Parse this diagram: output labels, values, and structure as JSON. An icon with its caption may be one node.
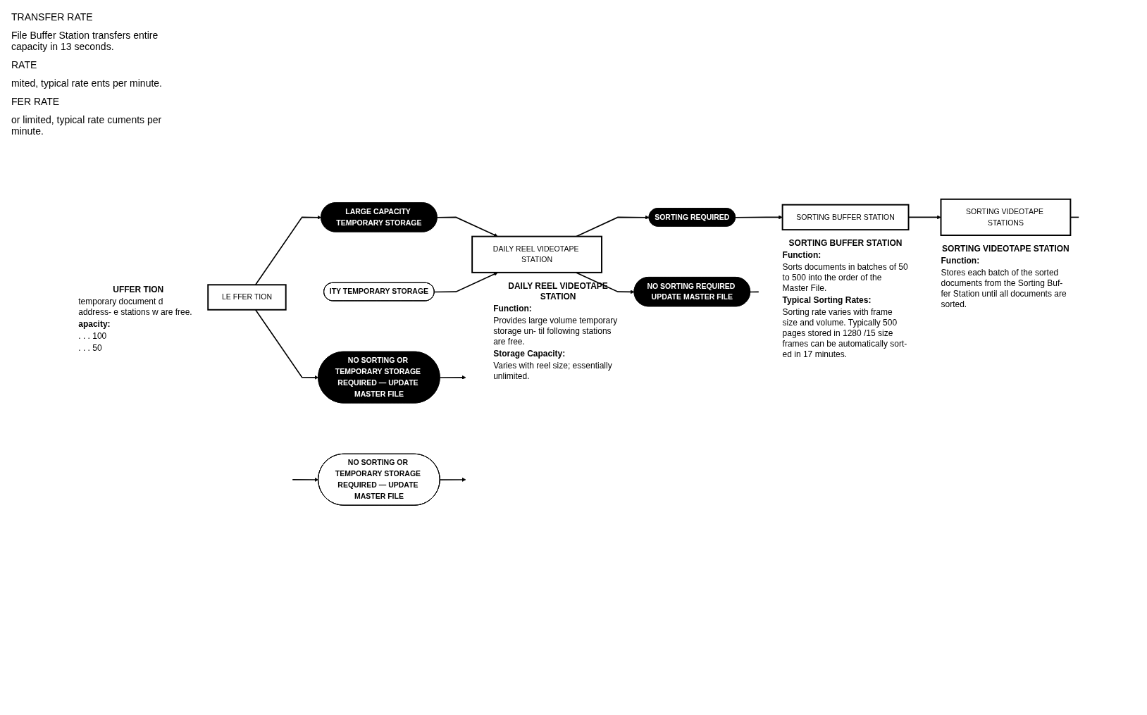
{
  "diagram": {
    "nodes": [
      {
        "text": [
          "LE FFER TION"
        ],
        "beside": [
          "UFFER TION",
          "temporary document d address- e stations w are free.",
          "apacity:",
          ". . . 100",
          ". . . 50"
        ]
      },
      {
        "text": [
          "NO SORTING OR TEMPORARY STORAGE REQUIRED — UPDATE MASTER FILE"
        ]
      },
      {
        "text": [
          "LARGE CAPACITY TEMPORARY STORAGE"
        ]
      },
      {
        "text": [
          "DAILY REEL VIDEOTAPE STATION"
        ],
        "beside": [
          "DAILY REEL VIDEOTAPE STATION",
          "Function:",
          "Provides large volume temporary storage un- til following stations are free.",
          "Storage Capacity:",
          "Varies with reel size; essentially unlimited."
        ]
      },
      {
        "text": [
          "NO SORTING REQUIRED UPDATE MASTER FILE"
        ]
      },
      {
        "text": [
          "SORTING REQUIRED"
        ]
      },
      {
        "text": [
          "SORTING BUFFER STATION"
        ],
        "beside": [
          "SORTING BUFFER STATION",
          "Function:",
          "Sorts documents in batches of 50 to 500 into the order of the Master File.",
          "Typical Sorting Rates:",
          "Sorting rate varies with frame size and volume. Typically 500 pages stored in 1280 /15 size frames can be automatically sort- ed in 17 minutes."
        ]
      },
      {
        "text": [
          "SORTING VIDEOTAPE STATIONS"
        ],
        "beside": [
          "SORTING VIDEOTAPE STATION",
          "Function:",
          "Stores each batch of the sorted documents from the Sorting Buf- fer Station until all documents are sorted."
        ]
      },
      {
        "text": [
          "ITY TEMPORARY STORAGE"
        ]
      },
      {
        "text": [
          "NO SORTING OR TEMPORARY STORAGE REQUIRED — UPDATE MASTER FILE"
        ]
      }
    ],
    "edges": [
      {
        "from": 0,
        "to": 1,
        "arrow": "to"
      },
      {
        "from": 0,
        "to": 2,
        "arrow": "to"
      },
      {
        "from": 1,
        "to": null,
        "arrow": "to"
      },
      {
        "from": 2,
        "to": 3,
        "arrow": "to"
      },
      {
        "from": 8,
        "to": 3,
        "arrow": "to"
      },
      {
        "from": 3,
        "to": 4,
        "arrow": "to"
      },
      {
        "from": 4,
        "to": null,
        "arrow": "none"
      },
      {
        "from": 3,
        "to": 5,
        "arrow": "to"
      },
      {
        "from": 5,
        "to": 6,
        "arrow": "to"
      },
      {
        "from": 6,
        "to": 7,
        "arrow": "to"
      },
      {
        "from": 7,
        "to": null,
        "arrow": "none"
      },
      {
        "from": null,
        "to": 9,
        "arrow": "to"
      },
      {
        "from": 9,
        "to": null,
        "arrow": "to"
      }
    ],
    "labels": [
      "TRANSFER RATE",
      "File Buffer Station transfers entire capacity in 13 seconds.",
      "RATE",
      "mited, typical rate ents per minute.",
      "FER RATE",
      "or limited, typical rate cuments per minute."
    ]
  }
}
